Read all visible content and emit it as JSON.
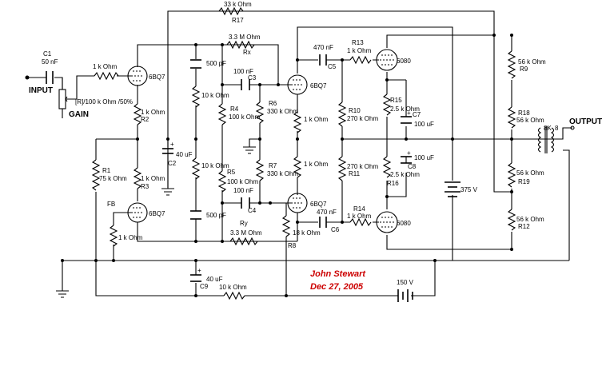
{
  "labels": {
    "input": "INPUT",
    "gain": "GAIN",
    "output": "OUTPUT",
    "fb": "FB",
    "pot": "[R]/100 k Ohm /50%",
    "transformer": "8K",
    "transformer_tap": "8"
  },
  "signature": {
    "author": "John Stewart",
    "date": "Dec 27, 2005"
  },
  "components": [
    {
      "ref": "R17",
      "value": "33 k Ohm"
    },
    {
      "ref": "C1",
      "value": "50 nF"
    },
    {
      "ref": "",
      "value": "1 k Ohm"
    },
    {
      "ref": "R2",
      "value": "1 k Ohm"
    },
    {
      "ref": "R3",
      "value": "1 k Ohm"
    },
    {
      "ref": "R1",
      "value": "75 k Ohm"
    },
    {
      "ref": "",
      "value": "1 k Ohm"
    },
    {
      "ref": "C2",
      "value": "40 uF"
    },
    {
      "ref": "",
      "value": "500 pF"
    },
    {
      "ref": "",
      "value": "10 k Ohm"
    },
    {
      "ref": "",
      "value": "10 k Ohm"
    },
    {
      "ref": "",
      "value": "500 pF"
    },
    {
      "ref": "Rx",
      "value": "3.3 M Ohm"
    },
    {
      "ref": "Ry",
      "value": "3.3 M Ohm"
    },
    {
      "ref": "C3",
      "value": "100 nF"
    },
    {
      "ref": "C4",
      "value": "100 nF"
    },
    {
      "ref": "R4",
      "value": "100 k Ohm"
    },
    {
      "ref": "R5",
      "value": "100 k Ohm"
    },
    {
      "ref": "R6",
      "value": "330 k Ohm"
    },
    {
      "ref": "R7",
      "value": "330 k Ohm"
    },
    {
      "ref": "",
      "value": "1 k Ohm"
    },
    {
      "ref": "",
      "value": "1 k Ohm"
    },
    {
      "ref": "R8",
      "value": "18 k Ohm"
    },
    {
      "ref": "C5",
      "value": "470 nF"
    },
    {
      "ref": "C6",
      "value": "470 nF"
    },
    {
      "ref": "R13",
      "value": "1 k Ohm"
    },
    {
      "ref": "R14",
      "value": "1 k Ohm"
    },
    {
      "ref": "R10",
      "value": "270 k Ohm"
    },
    {
      "ref": "R11",
      "value": "270 k Ohm"
    },
    {
      "ref": "R15",
      "value": "2.5 k Ohm"
    },
    {
      "ref": "R16",
      "value": "2.5 k Ohm"
    },
    {
      "ref": "C7",
      "value": "100 uF"
    },
    {
      "ref": "C8",
      "value": "100 uF"
    },
    {
      "ref": "R9",
      "value": "56 k Ohm"
    },
    {
      "ref": "R18",
      "value": "56 k Ohm"
    },
    {
      "ref": "R19",
      "value": "56 k Ohm"
    },
    {
      "ref": "R12",
      "value": "56 k Ohm"
    },
    {
      "ref": "C9",
      "value": "40 uF"
    },
    {
      "ref": "",
      "value": "10 k Ohm"
    }
  ],
  "tubes": [
    {
      "name": "6BQ7"
    },
    {
      "name": "6BQ7"
    },
    {
      "name": "6BQ7"
    },
    {
      "name": "6BQ7"
    },
    {
      "name": "6080"
    },
    {
      "name": "6080"
    }
  ],
  "supplies": [
    {
      "value": "375 V"
    },
    {
      "value": "150 V"
    }
  ]
}
